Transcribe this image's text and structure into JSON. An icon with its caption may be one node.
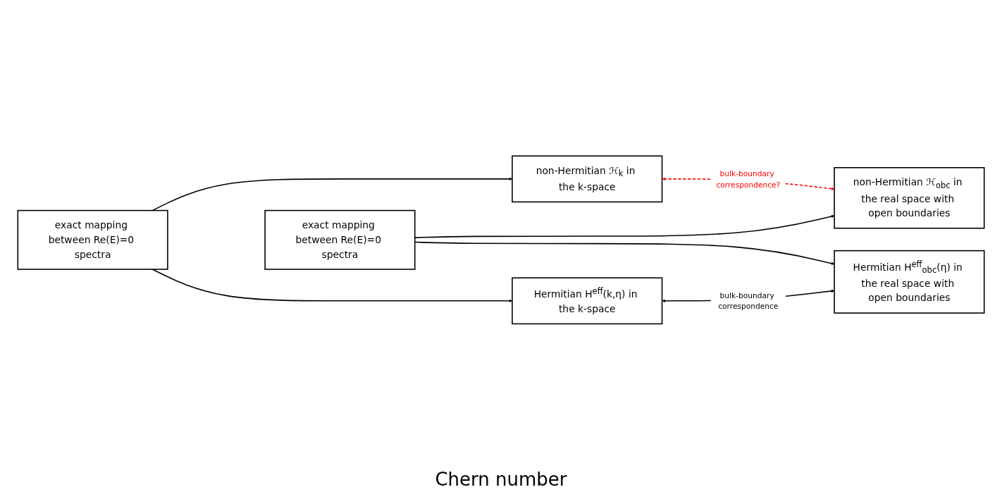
{
  "diagram": {
    "nodes": [
      {
        "text": [
          "non-Hermitian ℋ$_{k}$ in the k-space"
        ]
      },
      {
        "text": [
          "non-Hermitian ℋ$_{obc}$ in the real space with open boundaries"
        ]
      },
      {
        "text": [
          "exact mapping between Re(E)=0 spectra"
        ]
      },
      {
        "text": [
          "exact mapping between Re(E)=0 spectra"
        ]
      },
      {
        "text": [
          "Hermitian H$^{eff}$(k,η) in the k-space"
        ]
      },
      {
        "text": [
          "Hermitian H$^{eff}$$_{obc}$(η) in the real space with open boundaries"
        ]
      }
    ],
    "edges": [
      {
        "from": 0,
        "to": 1,
        "arrow": "both",
        "label": "bulk-boundary correspondence?",
        "style": "dashed",
        "color": "#ff0000"
      },
      {
        "from": 2,
        "to": 0,
        "arrow": "to"
      },
      {
        "from": 2,
        "to": 4,
        "arrow": "to"
      },
      {
        "from": 3,
        "to": 1,
        "arrow": "to"
      },
      {
        "from": 3,
        "to": 5,
        "arrow": "to"
      },
      {
        "from": 4,
        "to": 5,
        "arrow": "both",
        "label": "bulk-boundary correspondence"
      }
    ],
    "labels": [
      "Chern number"
    ]
  }
}
